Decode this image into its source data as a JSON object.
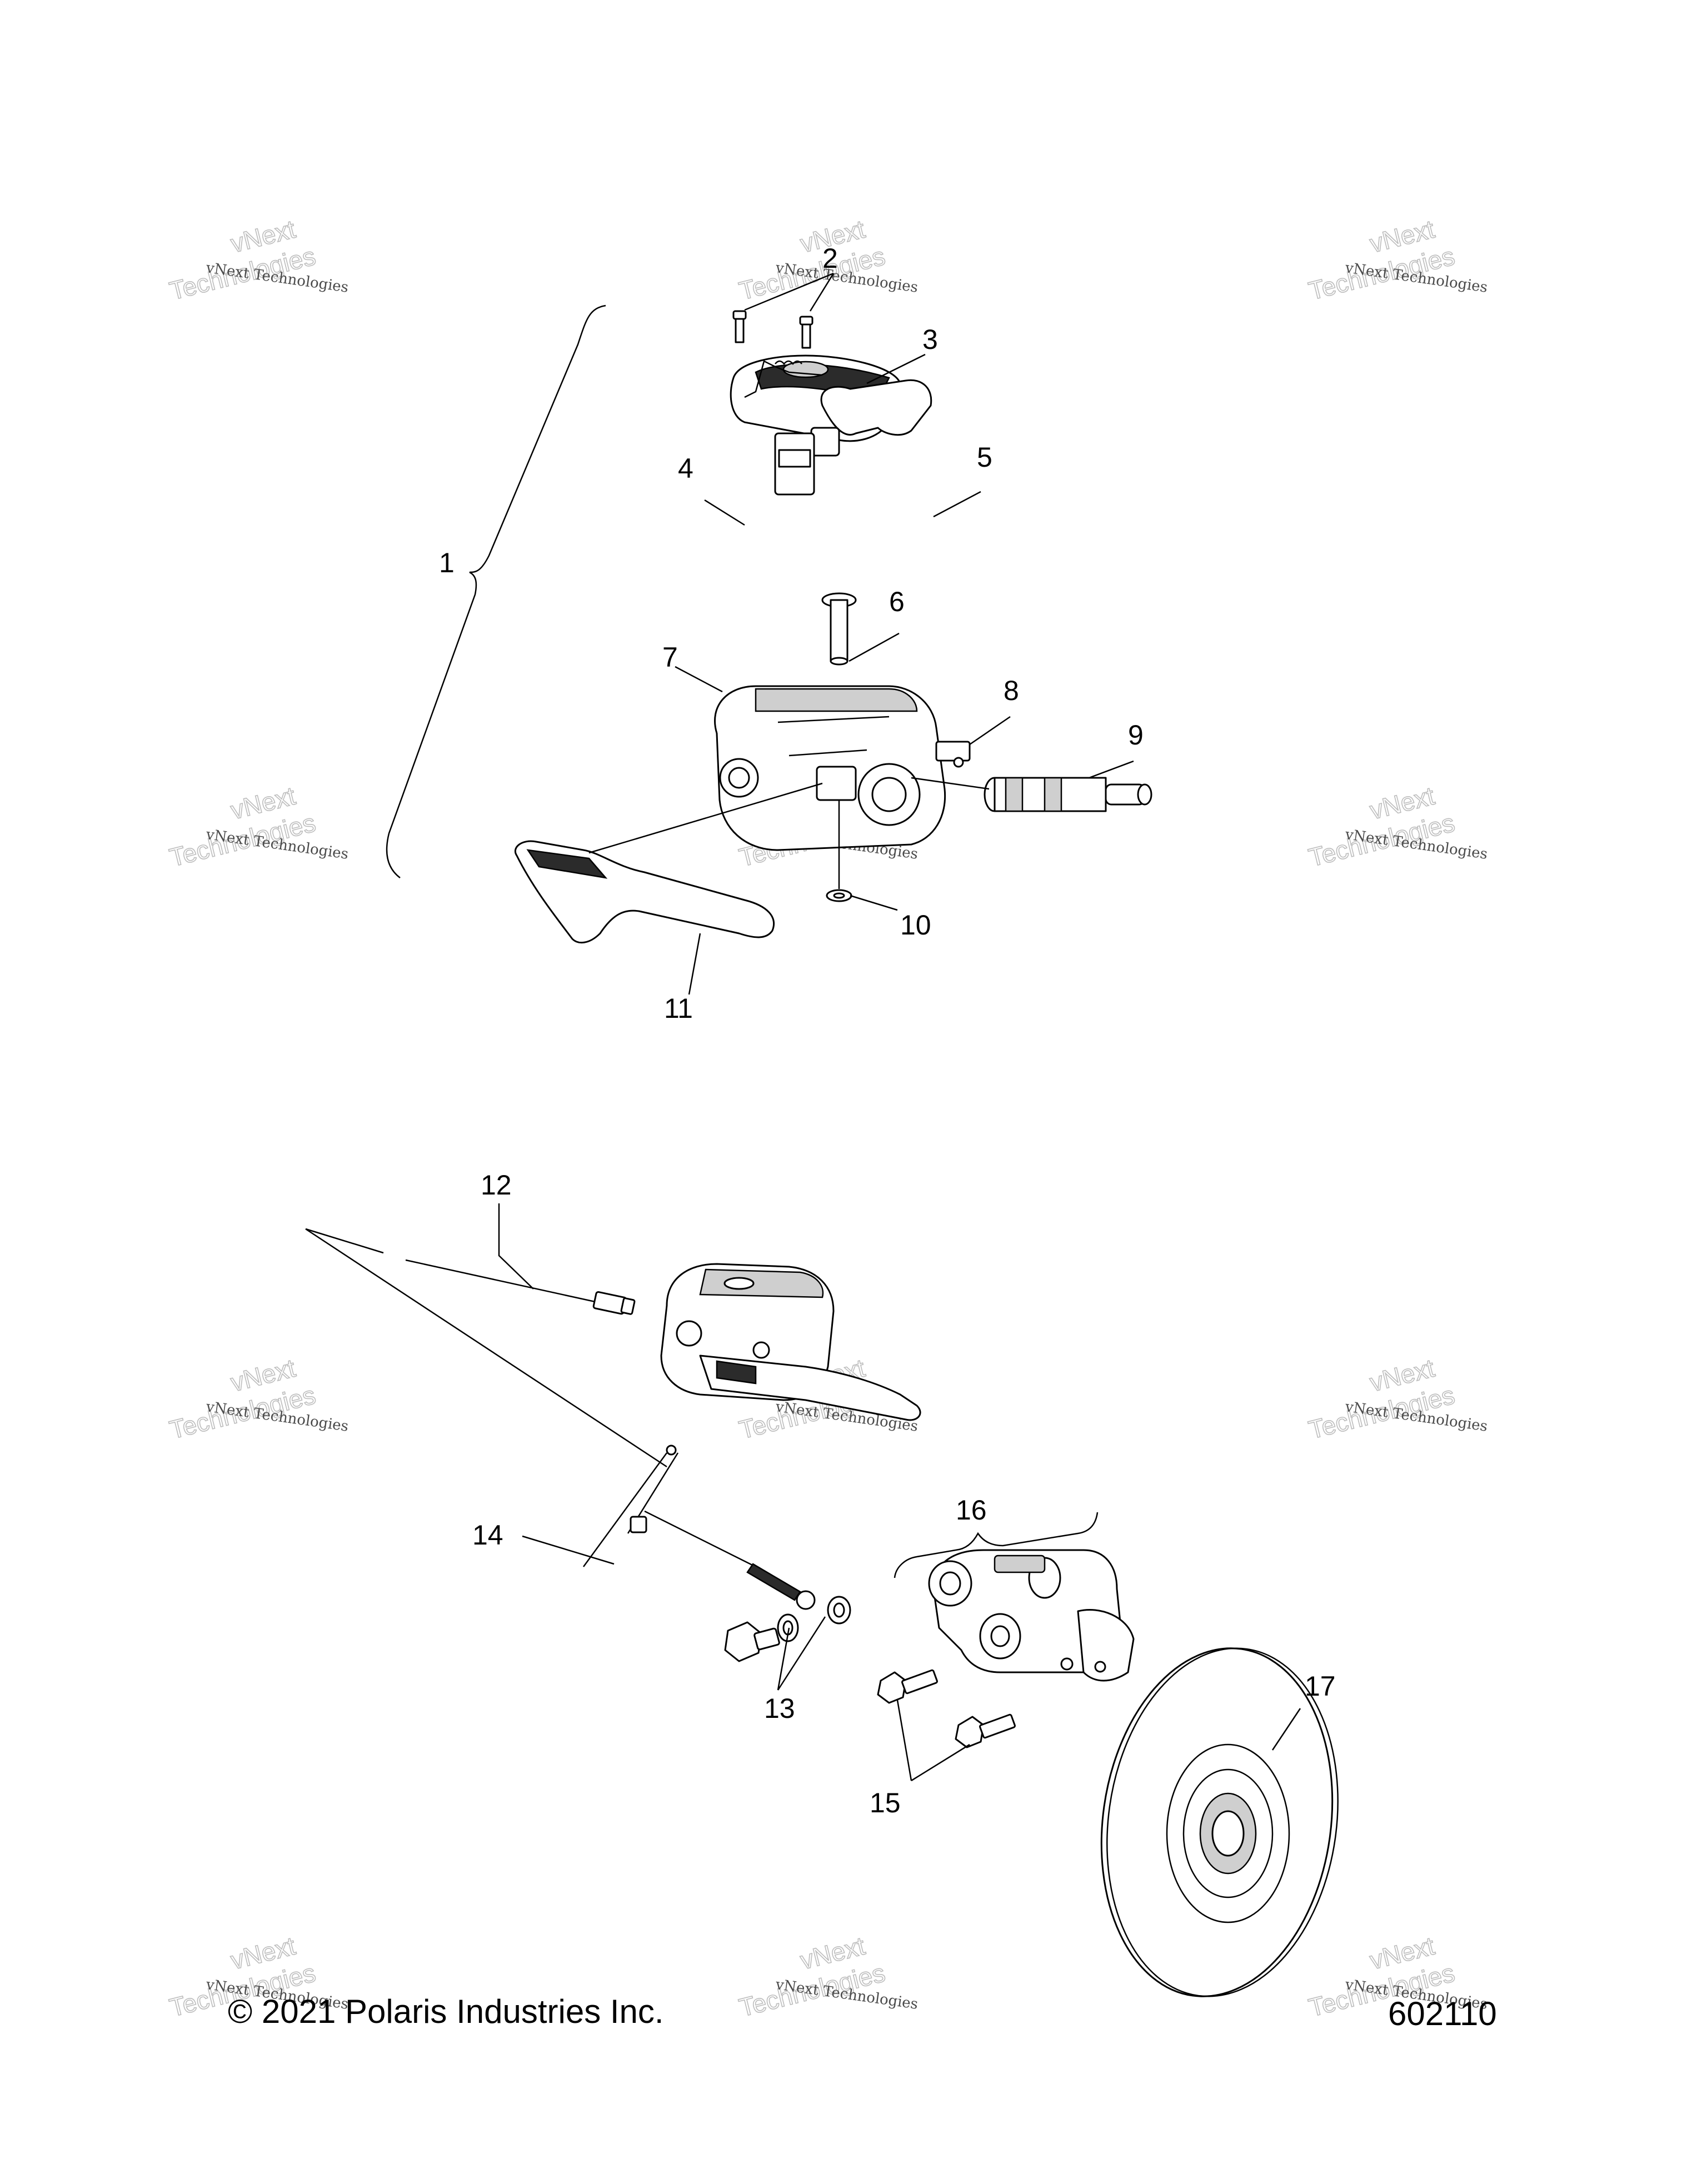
{
  "footer": {
    "copyright": "© 2021 Polaris Industries Inc.",
    "drawing_number": "602110"
  },
  "watermark": {
    "line_small": "vNext Technologies",
    "line_large_1": "vNext",
    "line_large_2": "Technologies"
  },
  "callouts": [
    "1",
    "2",
    "3",
    "4",
    "5",
    "6",
    "7",
    "8",
    "9",
    "10",
    "11",
    "12",
    "13",
    "14",
    "15",
    "16",
    "17"
  ]
}
